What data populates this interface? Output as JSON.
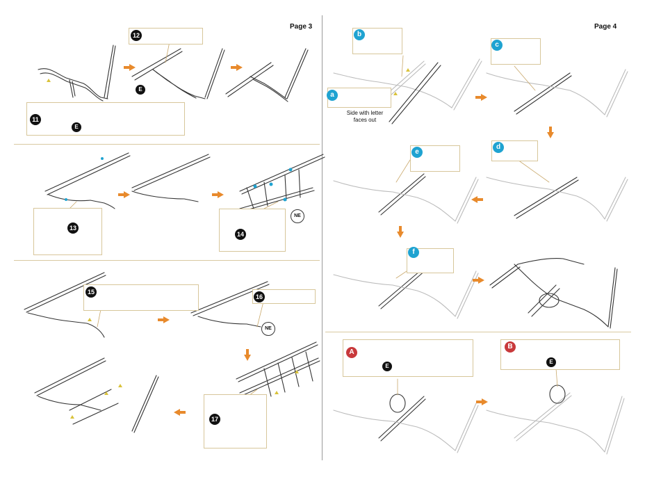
{
  "pages": {
    "left": "Page 3",
    "right": "Page 4"
  },
  "steps": {
    "s11": "11",
    "s12": "12",
    "s13": "13",
    "s14": "14",
    "s15": "15",
    "s16": "16",
    "s17": "17"
  },
  "letters": {
    "a": "a",
    "b": "b",
    "c": "c",
    "d": "d",
    "e": "e",
    "f": "f"
  },
  "rings": {
    "A": "A",
    "B": "B"
  },
  "tags": {
    "E": "E",
    "NE": "NE"
  },
  "caption": {
    "line1": "Side with letter",
    "line2": "faces out"
  },
  "colors": {
    "arrow": "#e88a2c",
    "highlight": "#c8393b",
    "letter_badge": "#1fa3d1",
    "inset_border": "#d7c69a"
  }
}
